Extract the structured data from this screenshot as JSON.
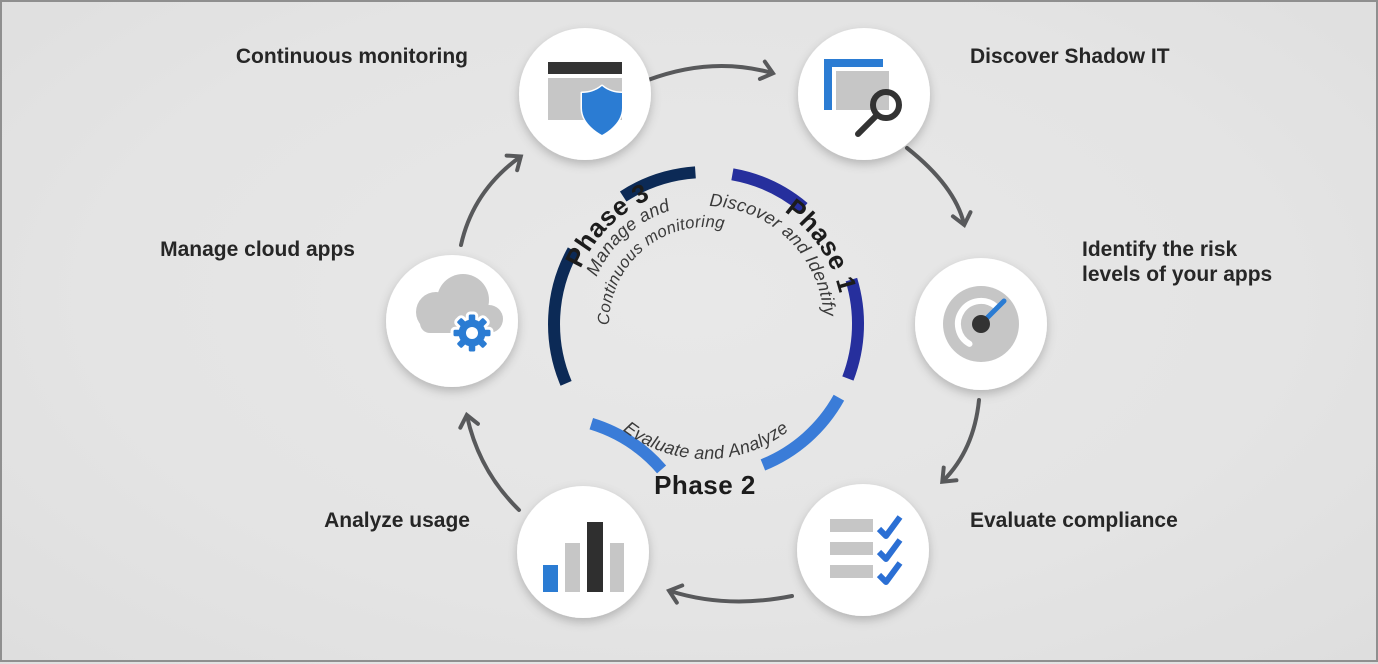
{
  "diagram": {
    "phases": [
      {
        "name": "Phase 1",
        "caption": "Discover and Identify",
        "color": "#262f9d"
      },
      {
        "name": "Phase 2",
        "caption": "Evaluate and Analyze",
        "color": "#3a7cd8"
      },
      {
        "name": "Phase 3",
        "caption_line1": "Manage and",
        "caption_line2": "Continuous monitoring",
        "color": "#0c2a56"
      }
    ],
    "nodes": [
      {
        "label": "Continuous monitoring",
        "icon": "browser-shield-icon"
      },
      {
        "label": "Discover Shadow IT",
        "icon": "windows-magnifier-icon"
      },
      {
        "label_line1": "Identify the risk",
        "label_line2": "levels of your apps",
        "icon": "gauge-icon"
      },
      {
        "label": "Evaluate compliance",
        "icon": "checklist-icon"
      },
      {
        "label": "Analyze usage",
        "icon": "bar-chart-icon"
      },
      {
        "label": "Manage cloud apps",
        "icon": "cloud-gear-icon"
      }
    ],
    "colors": {
      "background": "#e5e5e5",
      "arrow": "#58595b",
      "icon_blue": "#2b7cd3",
      "icon_gray": "#c6c6c6",
      "icon_dark": "#333333",
      "label_text": "#262626",
      "phase1_arc": "#262f9d",
      "phase2_arc": "#3a7cd8",
      "phase3_arc": "#0c2a56"
    }
  }
}
